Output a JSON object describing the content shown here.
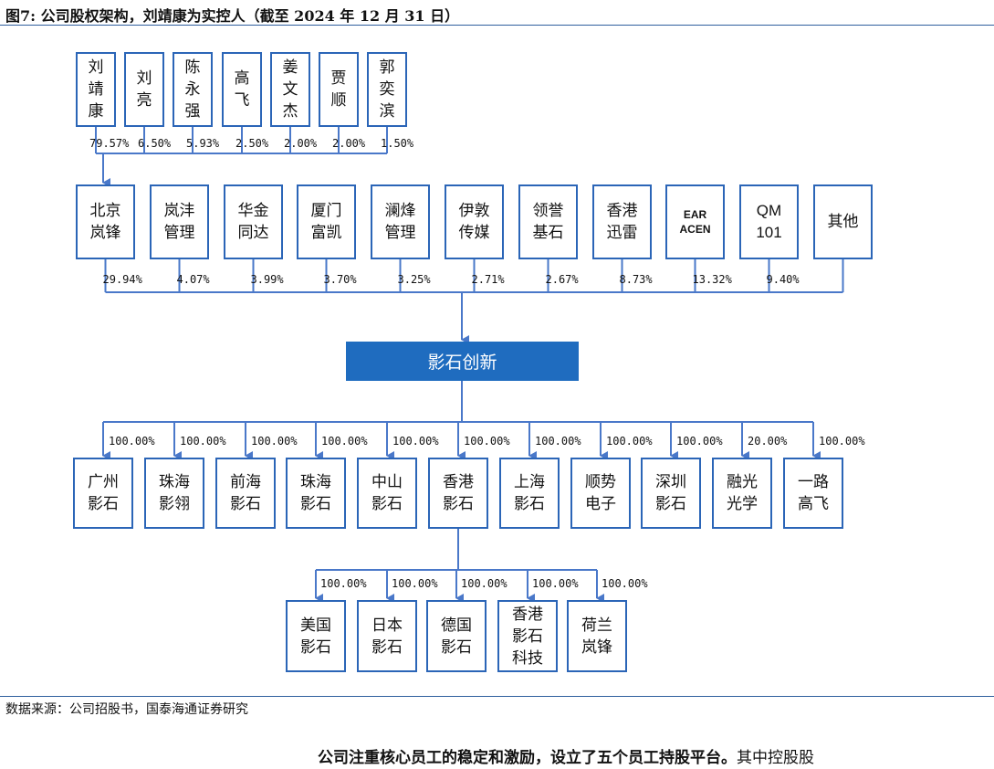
{
  "figure_title": "图7: 公司股权架构，刘靖康为实控人（截至 2024 年 12 月 31 日）",
  "source": "数据来源：公司招股书，国泰海通证券研究",
  "paragraph_bold": "公司注重核心员工的稳定和激励，设立了五个员工持股平台。",
  "paragraph_rest": "其中控股股",
  "main_entity": "影石创新",
  "individuals": [
    {
      "name": "刘\n靖\n康",
      "pct": "79.57%"
    },
    {
      "name": "刘\n亮",
      "pct": "6.50%"
    },
    {
      "name": "陈\n永\n强",
      "pct": "5.93%"
    },
    {
      "name": "高\n飞",
      "pct": "2.50%"
    },
    {
      "name": "姜\n文\n杰",
      "pct": "2.00%"
    },
    {
      "name": "贾\n顺",
      "pct": "2.00%"
    },
    {
      "name": "郭\n奕\n滨",
      "pct": "1.50%"
    }
  ],
  "shareholders": [
    {
      "name": "北京\n岚锋",
      "pct": "29.94%"
    },
    {
      "name": "岚沣\n管理",
      "pct": "4.07%"
    },
    {
      "name": "华金\n同达",
      "pct": "3.99%"
    },
    {
      "name": "厦门\n富凯",
      "pct": "3.70%"
    },
    {
      "name": "澜烽\n管理",
      "pct": "3.25%"
    },
    {
      "name": "伊敦\n传媒",
      "pct": "2.71%"
    },
    {
      "name": "领誉\n基石",
      "pct": "2.67%"
    },
    {
      "name": "香港\n迅雷",
      "pct": "8.73%"
    },
    {
      "name": "EAR\nACEN",
      "pct": "13.32%"
    },
    {
      "name": "QM\n101",
      "pct": "9.40%"
    },
    {
      "name": "其他",
      "pct": ""
    }
  ],
  "subsidiaries": [
    {
      "name": "广州\n影石",
      "pct": "100.00%"
    },
    {
      "name": "珠海\n影翎",
      "pct": "100.00%"
    },
    {
      "name": "前海\n影石",
      "pct": "100.00%"
    },
    {
      "name": "珠海\n影石",
      "pct": "100.00%"
    },
    {
      "name": "中山\n影石",
      "pct": "100.00%"
    },
    {
      "name": "香港\n影石",
      "pct": "100.00%"
    },
    {
      "name": "上海\n影石",
      "pct": "100.00%"
    },
    {
      "name": "顺势\n电子",
      "pct": "100.00%"
    },
    {
      "name": "深圳\n影石",
      "pct": "100.00%"
    },
    {
      "name": "融光\n光学",
      "pct": "20.00%"
    },
    {
      "name": "一路\n高飞",
      "pct": "100.00%"
    }
  ],
  "hk_subsidiaries": [
    {
      "name": "美国\n影石",
      "pct": "100.00%"
    },
    {
      "name": "日本\n影石",
      "pct": "100.00%"
    },
    {
      "name": "德国\n影石",
      "pct": "100.00%"
    },
    {
      "name": "香港\n影石\n科技",
      "pct": "100.00%"
    },
    {
      "name": "荷兰\n岚锋",
      "pct": "100.00%"
    }
  ],
  "colors": {
    "line": "#4a78c9",
    "box_border": "#2b65b7",
    "main_fill": "#1f6cbf"
  }
}
